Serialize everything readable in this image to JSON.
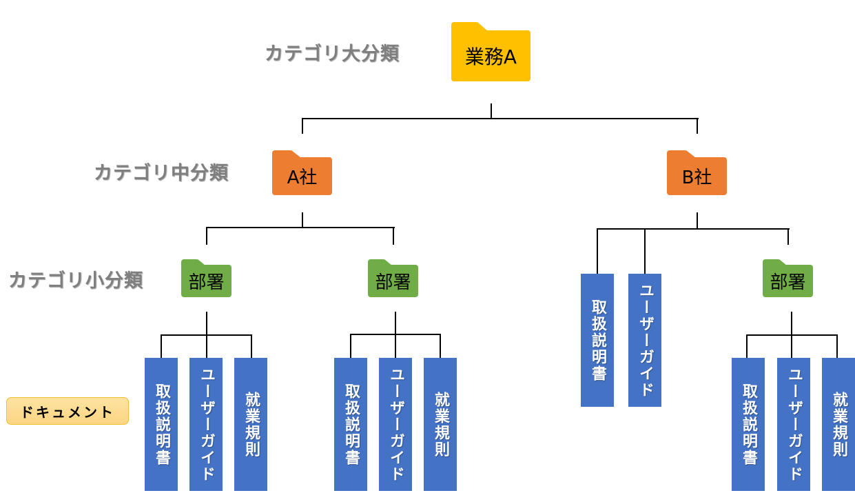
{
  "levels": {
    "large": "カテゴリ大分類",
    "medium": "カテゴリ中分類",
    "small": "カテゴリ小分類"
  },
  "legend": {
    "document_label": "ドキュメント"
  },
  "colors": {
    "large_folder": "#ffc000",
    "medium_folder": "#ed7d31",
    "small_folder": "#70ad47",
    "document": "#4472c4",
    "badge": "#fdd98a"
  },
  "tree": {
    "root": {
      "label": "業務A"
    },
    "companies": [
      {
        "label": "A社",
        "departments": [
          {
            "label": "部署",
            "documents": [
              "取扱説明書",
              "ユーザーガイド",
              "就業規則"
            ]
          },
          {
            "label": "部署",
            "documents": [
              "取扱説明書",
              "ユーザーガイド",
              "就業規則"
            ]
          }
        ]
      },
      {
        "label": "B社",
        "documents": [
          "取扱説明書",
          "ユーザーガイド"
        ],
        "departments": [
          {
            "label": "部署",
            "documents": [
              "取扱説明書",
              "ユーザーガイド",
              "就業規則"
            ]
          }
        ]
      }
    ]
  }
}
